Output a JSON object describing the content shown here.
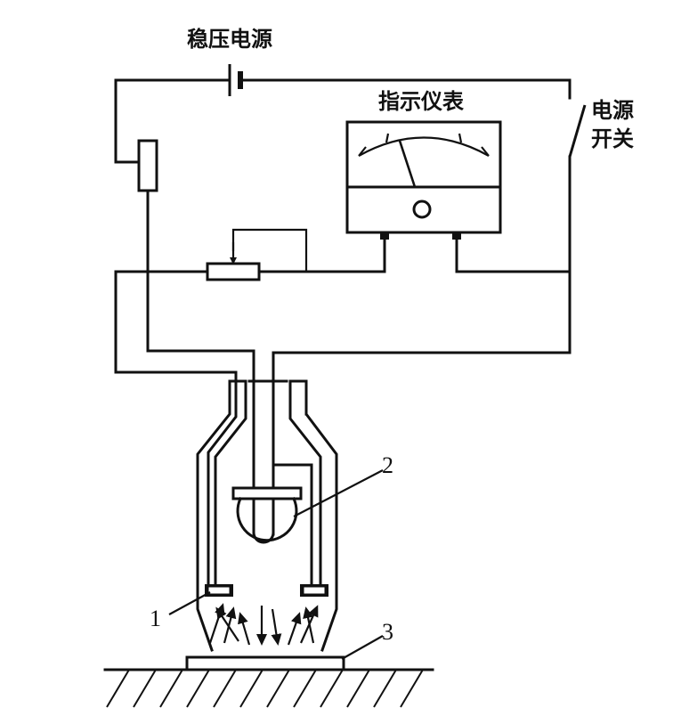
{
  "labels": {
    "power_supply": "稳压电源",
    "meter": "指示仪表",
    "switch_line1": "电源",
    "switch_line2": "开关",
    "callout_1": "1",
    "callout_2": "2",
    "callout_3": "3"
  },
  "colors": {
    "line": "#111111",
    "background": "#ffffff"
  }
}
